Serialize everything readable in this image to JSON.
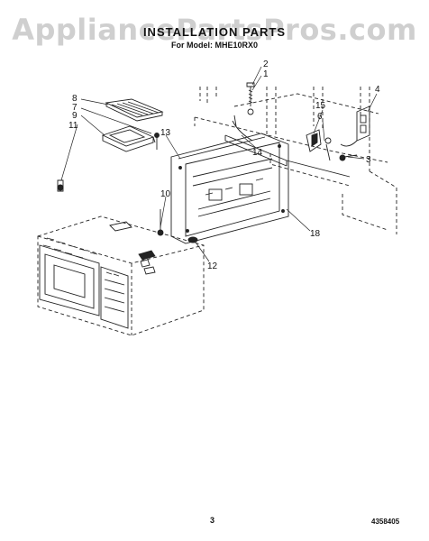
{
  "watermark": "AppliancePartsPros.com",
  "title": "INSTALLATION PARTS",
  "model": "For Model: MHE10RX0",
  "page_number": "3",
  "doc_number": "4358405",
  "callouts": [
    "2",
    "1",
    "4",
    "8",
    "7",
    "9",
    "11",
    "13",
    "15",
    "6",
    "3",
    "14",
    "10",
    "12",
    "18"
  ]
}
